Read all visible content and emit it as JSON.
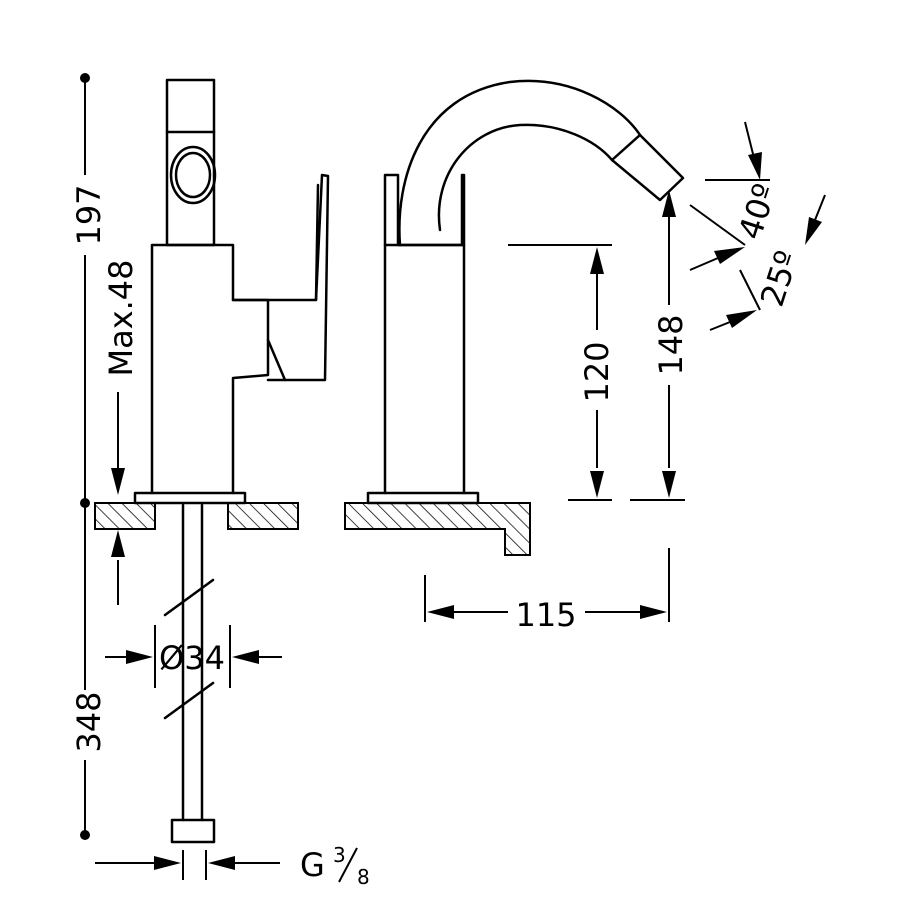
{
  "dimensions": {
    "height_top": "197",
    "max_thickness": "Max.48",
    "pipe_length": "348",
    "pipe_diameter": "Ø34",
    "thread_prefix": "G",
    "thread_numerator": "3",
    "thread_denominator": "8",
    "spout_height": "120",
    "outlet_height": "148",
    "spout_reach": "115",
    "angle_outer": "40º",
    "angle_inner": "25º"
  }
}
